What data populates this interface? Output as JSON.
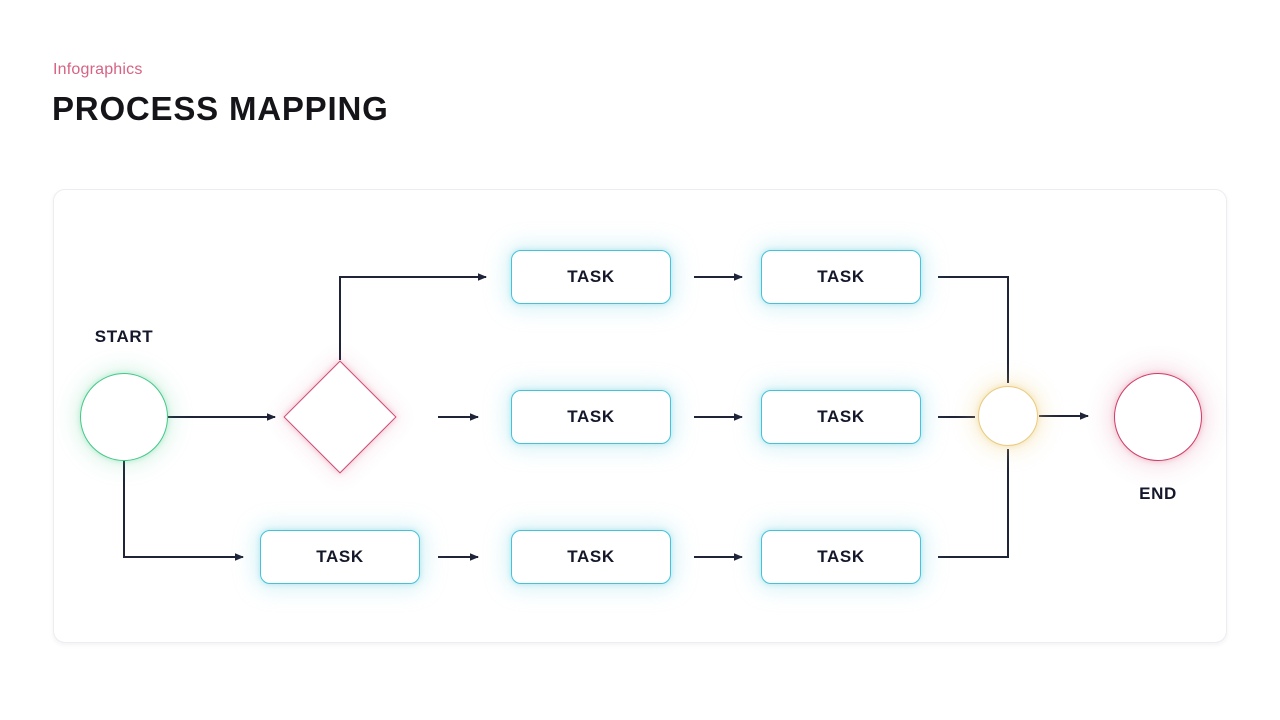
{
  "header": {
    "eyebrow": "Infographics",
    "title": "PROCESS MAPPING"
  },
  "colors": {
    "eyebrow_pink": "#d76283",
    "title_text": "#141419",
    "connector_navy": "#1f2439",
    "start_green": "#43c986",
    "decision_pink": "#d14a72",
    "task_cyan": "#45c2d8",
    "merge_gold": "#e9cb82",
    "end_pink": "#cf3c68",
    "panel_border": "#ececf2",
    "background": "#ffffff"
  },
  "flowchart": {
    "start_label": "START",
    "end_label": "END",
    "tasks": {
      "top": [
        "TASK",
        "TASK"
      ],
      "middle": [
        "TASK",
        "TASK"
      ],
      "bottom": [
        "TASK",
        "TASK",
        "TASK"
      ]
    }
  }
}
